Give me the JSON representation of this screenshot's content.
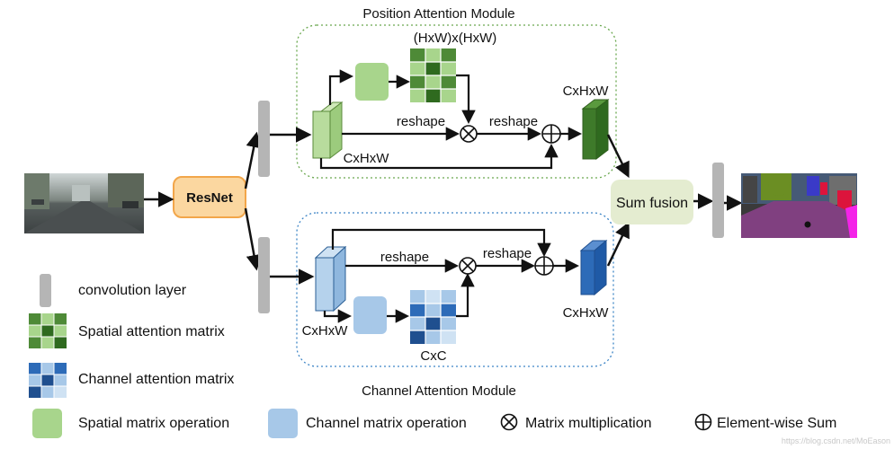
{
  "modules": {
    "position_title": "Position Attention Module",
    "channel_title": "Channel Attention Module"
  },
  "nodes": {
    "resnet": "ResNet",
    "sum_fusion": "Sum fusion"
  },
  "position_labels": {
    "hw_by_hw": "(HxW)x(HxW)",
    "reshape_1": "reshape",
    "reshape_2": "reshape",
    "cxhxw_left": "CxHxW",
    "cxhxw_right": "CxHxW"
  },
  "channel_labels": {
    "reshape_1": "reshape",
    "reshape_2": "reshape",
    "cxhxw_left": "CxHxW",
    "cxc": "CxC",
    "cxhxw_right": "CxHxW"
  },
  "legend": {
    "conv_layer": "convolution layer",
    "spatial_attention": "Spatial attention matrix",
    "channel_attention": "Channel attention matrix",
    "spatial_op": "Spatial matrix operation",
    "channel_op": "Channel matrix operation",
    "matmul": "Matrix multiplication",
    "elementwise": "Element-wise Sum"
  },
  "colors": {
    "resnet_fill": "#fbd7a0",
    "resnet_stroke": "#f2a64a",
    "sumfusion_fill": "#e4ecd0",
    "green_dark": "#3e7a2a",
    "green_light": "#a8d58c",
    "blue_dark": "#2d6bb8",
    "blue_light": "#a7c8e8",
    "gray_conv": "#b5b5b5"
  },
  "icons": [
    "multiply-icon",
    "plus-circle-icon",
    "arrow-icon"
  ],
  "watermark": "https://blog.csdn.net/MoEason"
}
